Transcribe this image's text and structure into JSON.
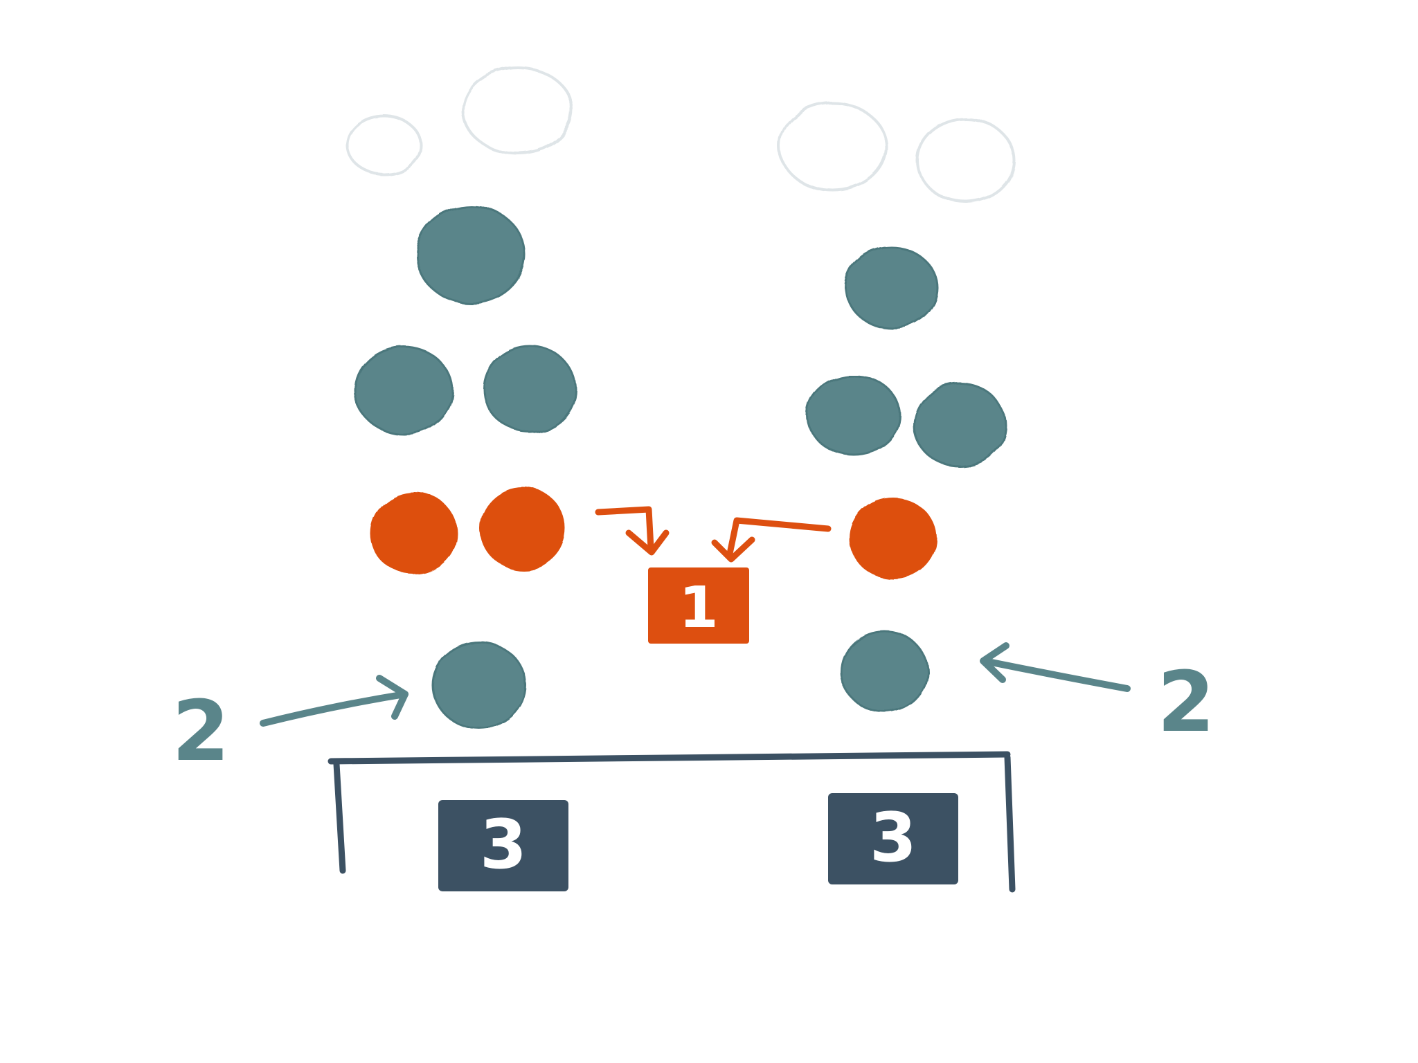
{
  "colors": {
    "background": "#ffffff",
    "teal": "#5a858a",
    "teal_dark_edge": "#4b777c",
    "orange": "#dd4f10",
    "navy": "#3c5163",
    "ghost_outline": "#dfe5e8",
    "box_text": "#ffffff"
  },
  "labels": {
    "center_box": "1",
    "bottom_box_left": "3",
    "bottom_box_right": "3",
    "arrow_label_left": "2",
    "arrow_label_right": "2"
  }
}
